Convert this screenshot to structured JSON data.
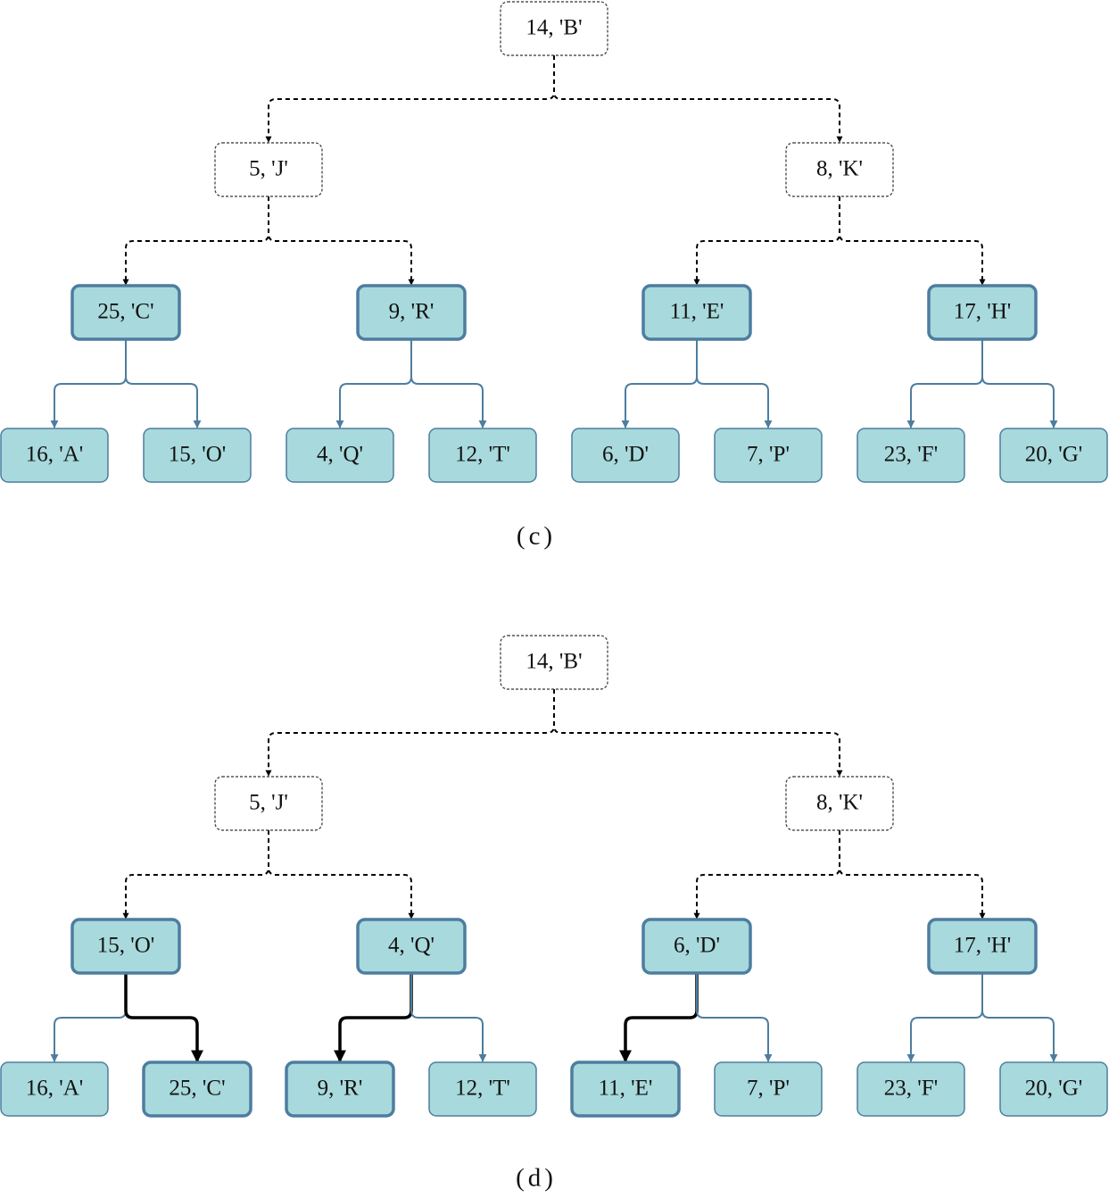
{
  "colors": {
    "node_fill": "#a8d9dc",
    "node_stroke": "#4d7d9f",
    "dashed": "#000000",
    "thick_path": "#000000",
    "edge": "#4d7d9f"
  },
  "panels": [
    {
      "caption": "(c)",
      "nodes": [
        {
          "id": "root",
          "label": "14, 'B'",
          "style": "dashed"
        },
        {
          "id": "l",
          "label": "5, 'J'",
          "style": "dashed"
        },
        {
          "id": "r",
          "label": "8, 'K'",
          "style": "dashed"
        },
        {
          "id": "ll",
          "label": "25, 'C'",
          "style": "bold"
        },
        {
          "id": "lr",
          "label": "9, 'R'",
          "style": "bold"
        },
        {
          "id": "rl",
          "label": "11, 'E'",
          "style": "bold"
        },
        {
          "id": "rr",
          "label": "17, 'H'",
          "style": "bold"
        },
        {
          "id": "lll",
          "label": "16, 'A'",
          "style": "normal"
        },
        {
          "id": "llr",
          "label": "15, 'O'",
          "style": "normal"
        },
        {
          "id": "lrl",
          "label": "4, 'Q'",
          "style": "normal"
        },
        {
          "id": "lrr",
          "label": "12, 'T'",
          "style": "normal"
        },
        {
          "id": "rll",
          "label": "6, 'D'",
          "style": "normal"
        },
        {
          "id": "rlr",
          "label": "7, 'P'",
          "style": "normal"
        },
        {
          "id": "rrl",
          "label": "23, 'F'",
          "style": "normal"
        },
        {
          "id": "rrr",
          "label": "20, 'G'",
          "style": "normal"
        }
      ],
      "edges": [
        {
          "from": "root",
          "to": "l",
          "style": "dashed"
        },
        {
          "from": "root",
          "to": "r",
          "style": "dashed"
        },
        {
          "from": "l",
          "to": "ll",
          "style": "dashed"
        },
        {
          "from": "l",
          "to": "lr",
          "style": "dashed"
        },
        {
          "from": "r",
          "to": "rl",
          "style": "dashed"
        },
        {
          "from": "r",
          "to": "rr",
          "style": "dashed"
        },
        {
          "from": "ll",
          "to": "lll",
          "style": "normal"
        },
        {
          "from": "ll",
          "to": "llr",
          "style": "normal"
        },
        {
          "from": "lr",
          "to": "lrl",
          "style": "normal"
        },
        {
          "from": "lr",
          "to": "lrr",
          "style": "normal"
        },
        {
          "from": "rl",
          "to": "rll",
          "style": "normal"
        },
        {
          "from": "rl",
          "to": "rlr",
          "style": "normal"
        },
        {
          "from": "rr",
          "to": "rrl",
          "style": "normal"
        },
        {
          "from": "rr",
          "to": "rrr",
          "style": "normal"
        }
      ]
    },
    {
      "caption": "(d)",
      "nodes": [
        {
          "id": "root",
          "label": "14, 'B'",
          "style": "dashed"
        },
        {
          "id": "l",
          "label": "5, 'J'",
          "style": "dashed"
        },
        {
          "id": "r",
          "label": "8, 'K'",
          "style": "dashed"
        },
        {
          "id": "ll",
          "label": "15, 'O'",
          "style": "bold"
        },
        {
          "id": "lr",
          "label": "4, 'Q'",
          "style": "bold"
        },
        {
          "id": "rl",
          "label": "6, 'D'",
          "style": "bold"
        },
        {
          "id": "rr",
          "label": "17, 'H'",
          "style": "bold"
        },
        {
          "id": "lll",
          "label": "16, 'A'",
          "style": "normal"
        },
        {
          "id": "llr",
          "label": "25, 'C'",
          "style": "bold"
        },
        {
          "id": "lrl",
          "label": "9, 'R'",
          "style": "bold"
        },
        {
          "id": "lrr",
          "label": "12, 'T'",
          "style": "normal"
        },
        {
          "id": "rll",
          "label": "11, 'E'",
          "style": "bold"
        },
        {
          "id": "rlr",
          "label": "7, 'P'",
          "style": "normal"
        },
        {
          "id": "rrl",
          "label": "23, 'F'",
          "style": "normal"
        },
        {
          "id": "rrr",
          "label": "20, 'G'",
          "style": "normal"
        }
      ],
      "edges": [
        {
          "from": "root",
          "to": "l",
          "style": "dashed"
        },
        {
          "from": "root",
          "to": "r",
          "style": "dashed"
        },
        {
          "from": "l",
          "to": "ll",
          "style": "dashed"
        },
        {
          "from": "l",
          "to": "lr",
          "style": "dashed"
        },
        {
          "from": "r",
          "to": "rl",
          "style": "dashed"
        },
        {
          "from": "r",
          "to": "rr",
          "style": "dashed"
        },
        {
          "from": "ll",
          "to": "lll",
          "style": "normal"
        },
        {
          "from": "ll",
          "to": "llr",
          "style": "thick"
        },
        {
          "from": "lr",
          "to": "lrl",
          "style": "thick"
        },
        {
          "from": "lr",
          "to": "lrr",
          "style": "normal"
        },
        {
          "from": "rl",
          "to": "rll",
          "style": "thick"
        },
        {
          "from": "rl",
          "to": "rlr",
          "style": "normal"
        },
        {
          "from": "rr",
          "to": "rrl",
          "style": "normal"
        },
        {
          "from": "rr",
          "to": "rrr",
          "style": "normal"
        }
      ]
    }
  ]
}
